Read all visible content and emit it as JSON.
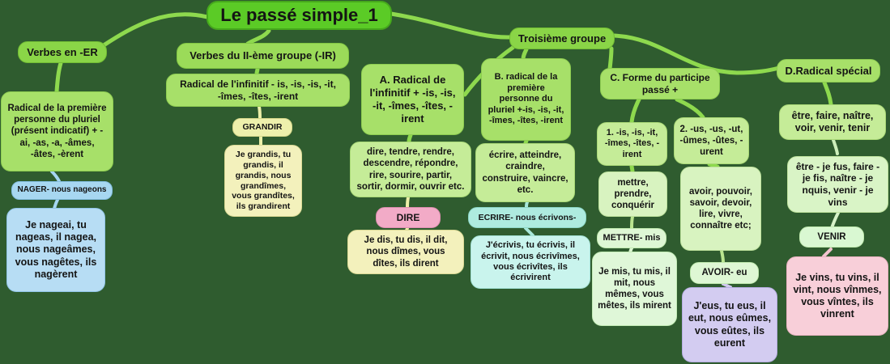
{
  "title": "Le passé simple_1",
  "er": {
    "label": "Verbes en -ER",
    "rule": "Radical de la première personne du pluriel (présent indicatif) + -ai, -as, -a, -âmes, -âtes, -èrent",
    "verb_label": "NAGER- nous nageons",
    "conjugation": "Je nageai, tu nageas, il nagea, nous nageâmes, vous nagêtes, ils nagèrent"
  },
  "ir": {
    "label": "Verbes du II-ème groupe (-IR)",
    "rule": "Radical de l'infinitif - is, -is, -is, -it, -îmes, -îtes, -irent",
    "verb_label": "GRANDIR",
    "conjugation": "Je grandis, tu grandis, il grandis, nous grandîmes, vous grandîtes, ils grandirent"
  },
  "g3": {
    "label": "Troisième groupe",
    "a": {
      "rule": "A. Radical de l'infinitif + -is, -is, -it, -îmes, -îtes, -irent",
      "verbs": "dire, tendre, rendre, descendre, répondre, rire, sourire, partir, sortir, dormir, ouvrir etc.",
      "verb_label": "DIRE",
      "conjugation": "Je dis, tu dis, il dit, nous dîmes, vous dîtes, ils dirent"
    },
    "b": {
      "rule": "B. radical de la première personne du pluriel +-is, -is, -it, -îmes, -îtes, -irent",
      "verbs": "écrire, atteindre, craindre, construire, vaincre, etc.",
      "verb_label": "ECRIRE- nous écrivons-",
      "conjugation": "J'écrivis, tu écrivis, il écrivit, nous écrivîmes, vous écrivîtes, ils écrivirent"
    },
    "c": {
      "rule": "C. Forme du participe passé +",
      "c1": {
        "endings": "1. -is, -is, -it, -îmes, -îtes, -irent",
        "verbs": "mettre, prendre, conquérir",
        "verb_label": "METTRE- mis",
        "conjugation": "Je mis, tu mis, il mit, nous mêmes, vous mêtes, ils mirent"
      },
      "c2": {
        "endings": "2. -us, -us, -ut, -ûmes, -ûtes, -urent",
        "verbs": "avoir, pouvoir, savoir, devoir, lire, vivre, connaître etc;",
        "verb_label": "AVOIR- eu",
        "conjugation": "J'eus, tu eus, il eut, nous eûmes, vous eûtes, ils eurent"
      }
    },
    "d": {
      "rule": "D.Radical spécial",
      "verbs": "être, faire, naître, voir, venir, tenir",
      "examples": "être - je fus, faire - je fis, naître - je nquis, venir - je vins",
      "verb_label": "VENIR",
      "conjugation": "Je vins, tu vins, il vint, nous vînmes, vous vîntes, ils vinrent"
    }
  },
  "palette": {
    "background": "#2f5c2f",
    "title_green": "#5bcb26",
    "branch_green": "#8ad547",
    "rule_green": "#a7e069",
    "leaf_green": "#c5ec98",
    "yellow": "#f3f1bc",
    "blue": "#b7ddf4",
    "pink": "#f2abc7",
    "cyan": "#aeebdf",
    "lavender": "#d3ccf1",
    "connector_green": "#8ed94e"
  }
}
